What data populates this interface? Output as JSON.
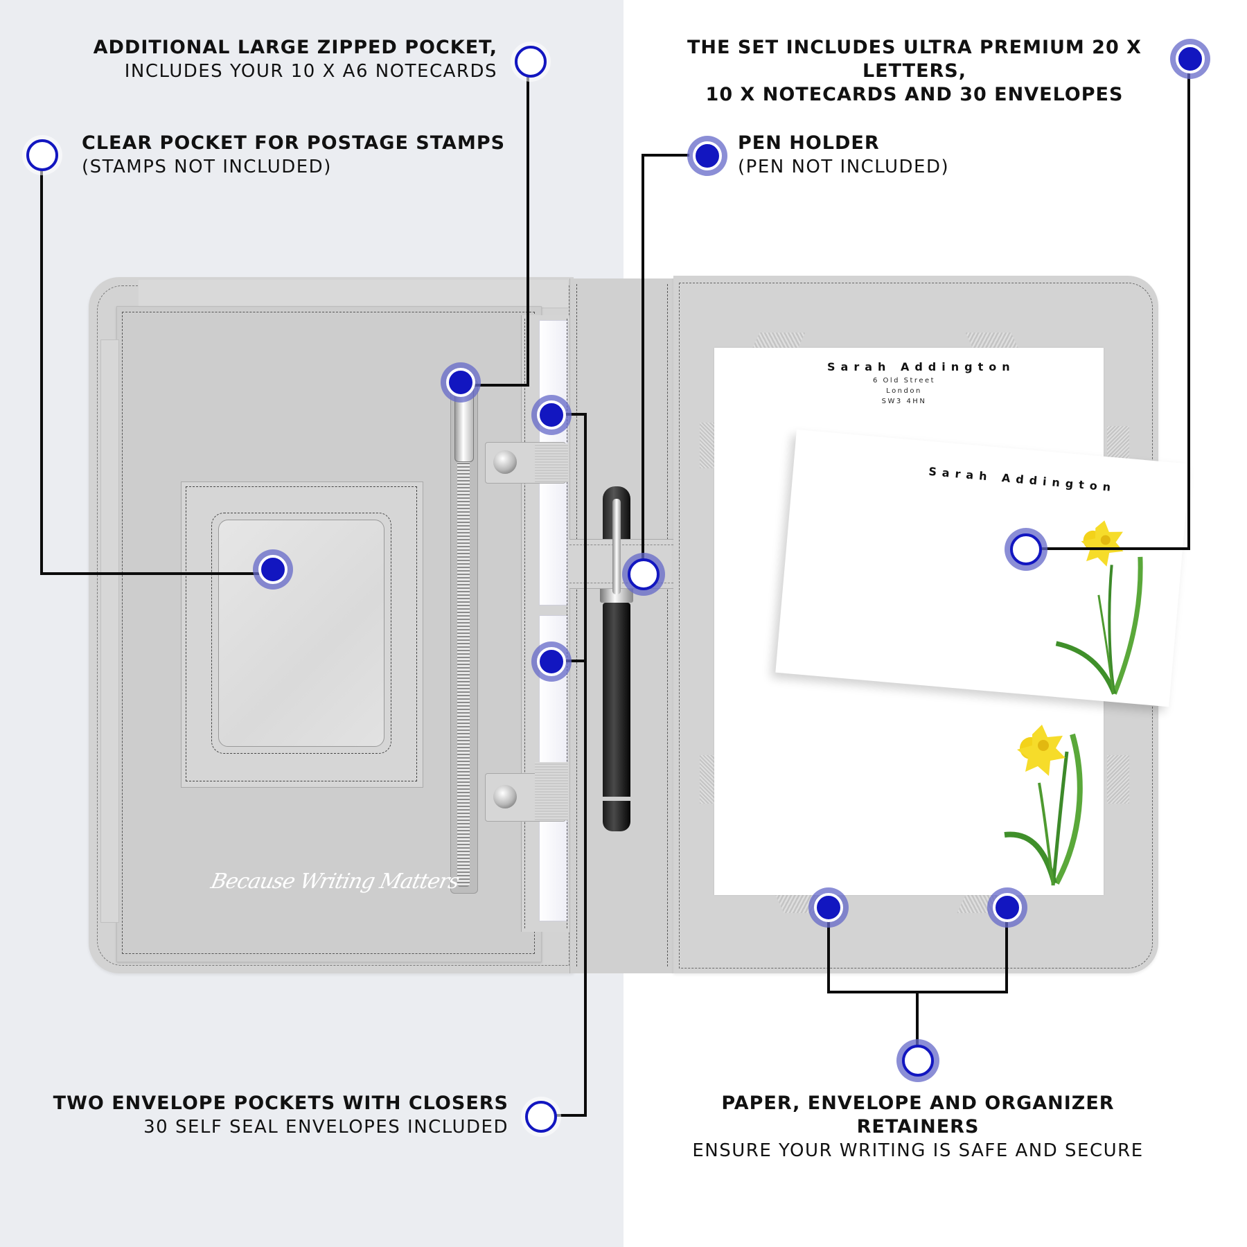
{
  "callouts": {
    "zipped_pocket": {
      "heading": "Additional large zipped pocket,",
      "subtext": "Includes your 10 x A6 notecards"
    },
    "stamp_pocket": {
      "heading": "Clear pocket for postage stamps",
      "subtext": "(Stamps not included)"
    },
    "set_includes": {
      "line1": "The set includes ultra premium 20 x letters,",
      "line2": "10 X notecards and 30 envelopes"
    },
    "pen_holder": {
      "heading": "Pen holder",
      "subtext": "(Pen not included)"
    },
    "envelope_pockets": {
      "heading": "Two envelope pockets with closers",
      "subtext": "30 self seal envelopes included"
    },
    "retainers": {
      "heading": "Paper, envelope and organizer retainers",
      "subtext": "Ensure your writing is safe and secure"
    }
  },
  "product": {
    "embossed_slogan": "Because Writing Matters",
    "letter": {
      "name": "Sarah Addington",
      "address_lines": [
        "6 Old Street",
        "London",
        "SW3 4HN"
      ]
    },
    "notecard": {
      "name": "Sarah Addington"
    }
  },
  "colors": {
    "marker_blue": "#1216c0",
    "marker_halo": "#7b7fc6",
    "line": "#0b0b0b",
    "leather": "#d2d2d2",
    "left_bg": "#ebedf1",
    "right_bg": "#ffffff",
    "daffodil_yellow": "#f3d21a",
    "stem_green": "#3f8f2a"
  }
}
